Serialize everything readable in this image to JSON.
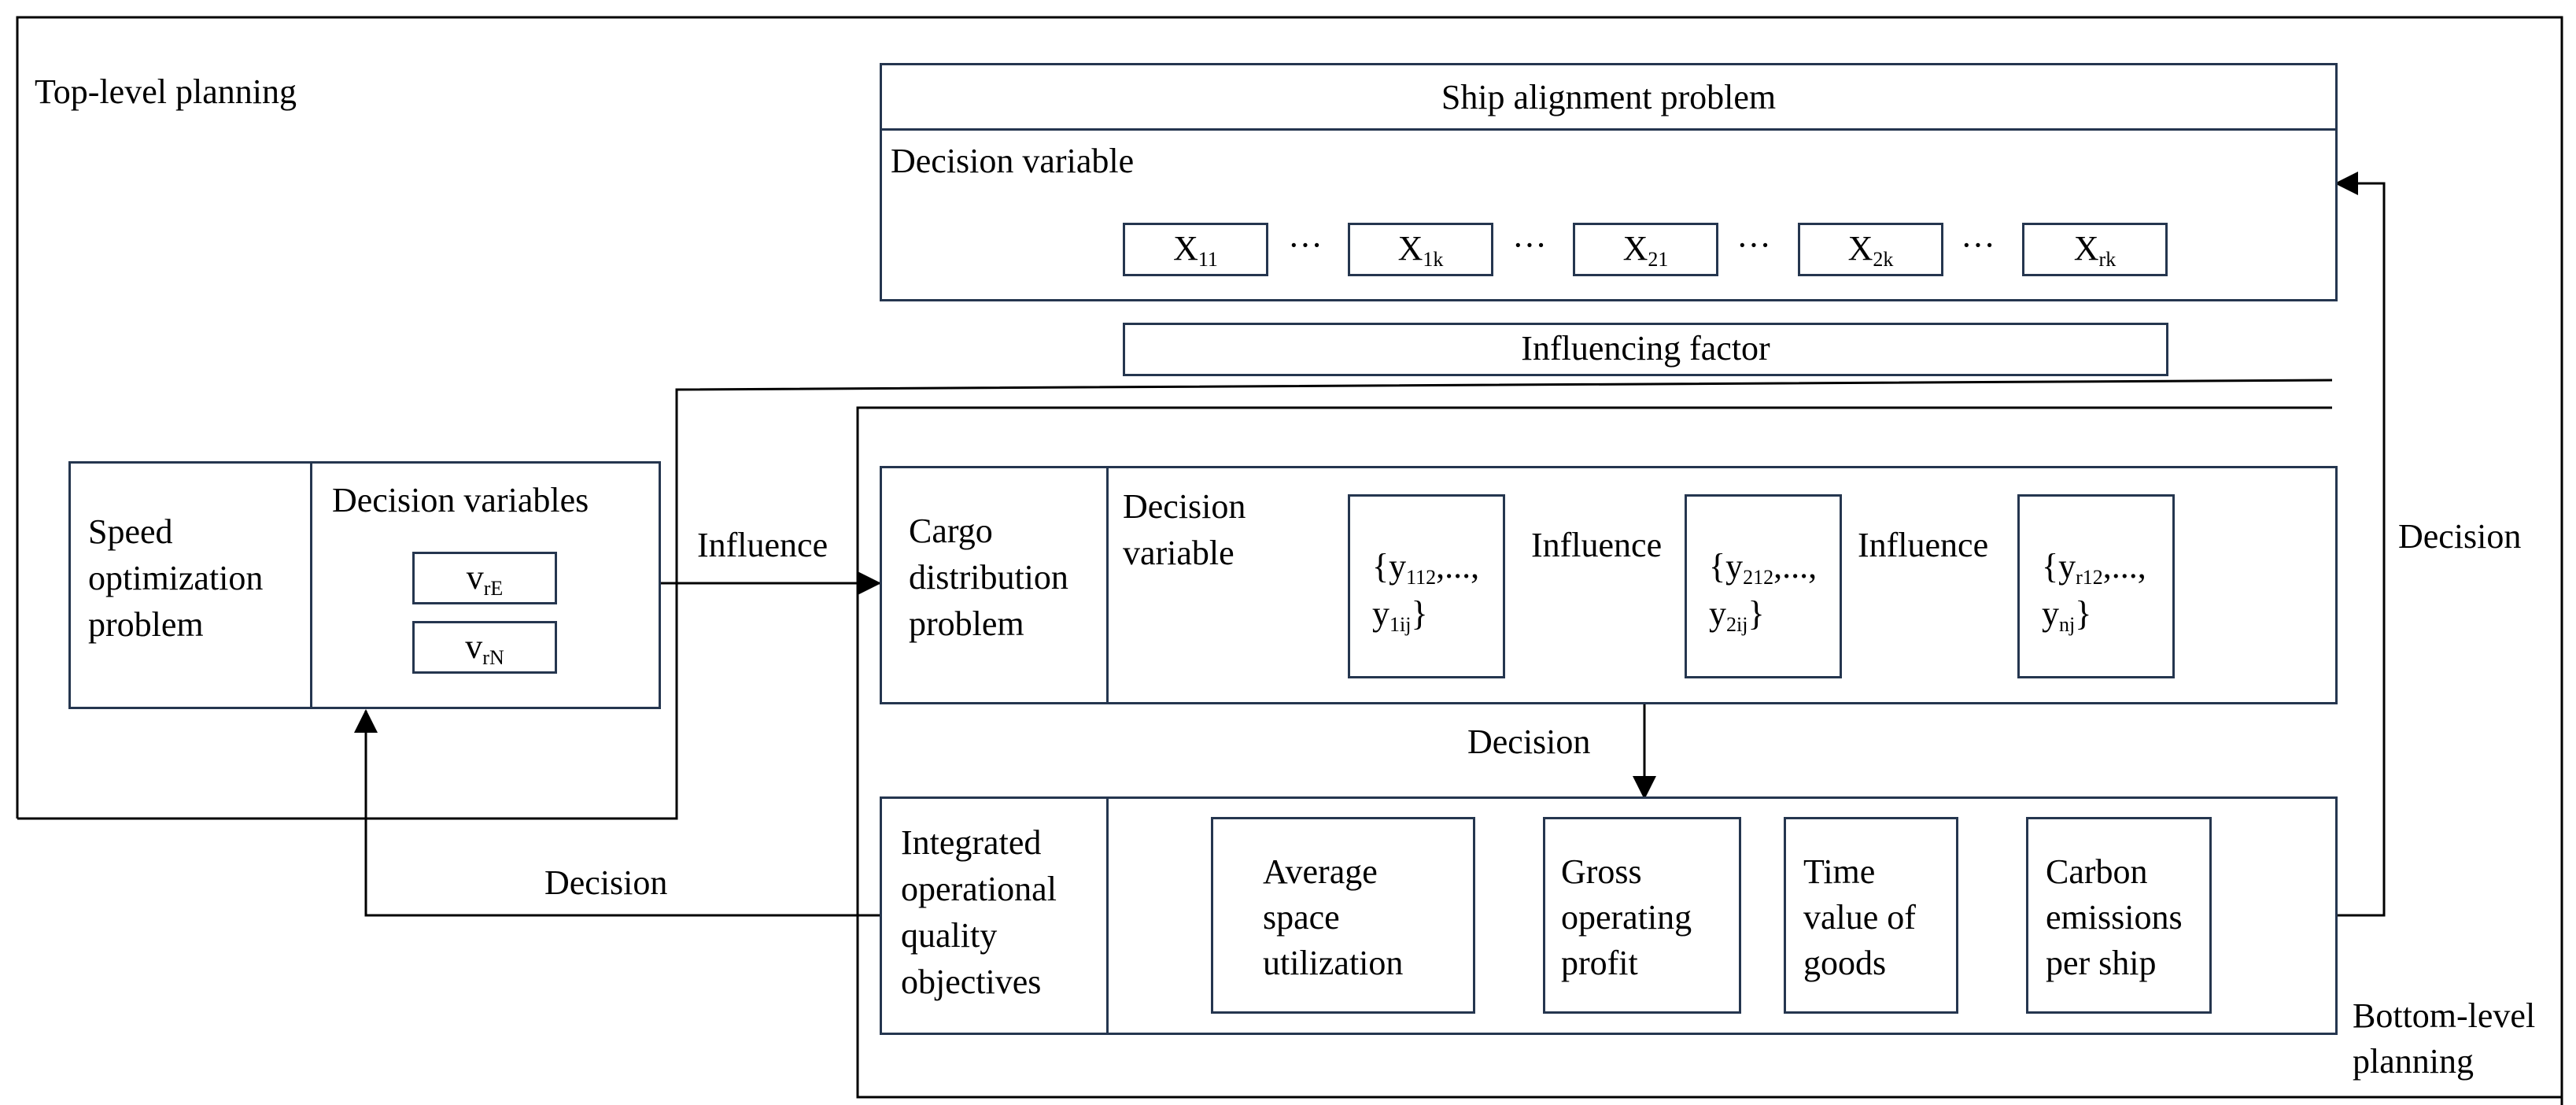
{
  "top_level": {
    "label": "Top-level planning"
  },
  "bottom_level": {
    "label_line1": "Bottom-level",
    "label_line2": "planning"
  },
  "ship_alignment": {
    "title": "Ship alignment problem",
    "decision_label": "Decision variable",
    "vars": [
      {
        "base": "X",
        "sub": "11"
      },
      {
        "base": "X",
        "sub": "1k"
      },
      {
        "base": "X",
        "sub": "21"
      },
      {
        "base": "X",
        "sub": "2k"
      },
      {
        "base": "X",
        "sub": "rk"
      }
    ],
    "ellipsis": "···"
  },
  "influencing_factor": "Influencing factor",
  "speed": {
    "problem_line1": "Speed",
    "problem_line2": "optimization",
    "problem_line3": "problem",
    "decision_label": "Decision variables",
    "vars": [
      {
        "base": "v",
        "sub": "rE"
      },
      {
        "base": "v",
        "sub": "rN"
      }
    ]
  },
  "cargo": {
    "problem_line1": "Cargo",
    "problem_line2": "distribution",
    "problem_line3": "problem",
    "decision_line1": "Decision",
    "decision_line2": "variable",
    "groups": [
      {
        "l1_a": "{y",
        "l1_sub": "112",
        "l1_b": ",...,",
        "l2_a": "y",
        "l2_sub": "1ij",
        "l2_b": "}"
      },
      {
        "l1_a": "{y",
        "l1_sub": "212",
        "l1_b": ",...,",
        "l2_a": "y",
        "l2_sub": "2ij",
        "l2_b": "}"
      },
      {
        "l1_a": "{y",
        "l1_sub": "r12",
        "l1_b": ",...,",
        "l2_a": "y",
        "l2_sub": "nj",
        "l2_b": "}"
      }
    ]
  },
  "objectives": {
    "label_line1": "Integrated",
    "label_line2": "operational",
    "label_line3": "quality",
    "label_line4": "objectives",
    "items": [
      {
        "l1": "Average",
        "l2": "space",
        "l3": "utilization"
      },
      {
        "l1": "Gross",
        "l2": "operating",
        "l3": "profit"
      },
      {
        "l1": "Time",
        "l2": "value of",
        "l3": "goods"
      },
      {
        "l1": "Carbon",
        "l2": "emissions",
        "l3": "per ship"
      }
    ]
  },
  "arrows": {
    "influence": "Influence",
    "decision": "Decision"
  }
}
